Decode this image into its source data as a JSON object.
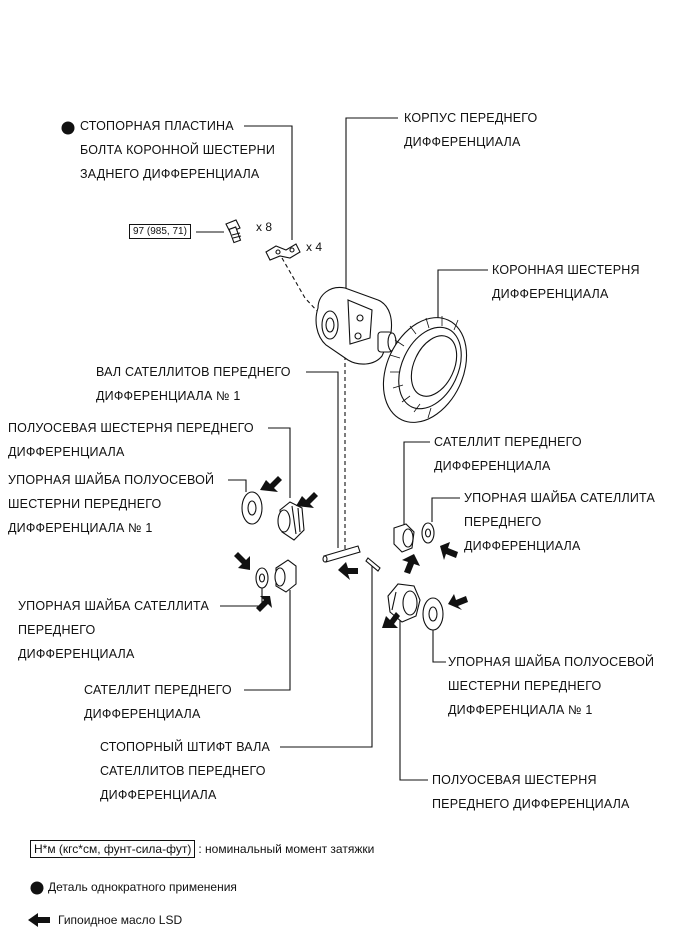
{
  "labels": {
    "lock_plate": {
      "l1": "СТОПОРНАЯ ПЛАСТИНА",
      "l2": "БОЛТА КОРОННОЙ ШЕСТЕРНИ",
      "l3": "ЗАДНЕГО ДИФФЕРЕНЦИАЛА"
    },
    "case": {
      "l1": "КОРПУС ПЕРЕДНЕГО",
      "l2": "ДИФФЕРЕНЦИАЛА"
    },
    "ring_gear": {
      "l1": "КОРОННАЯ ШЕСТЕРНЯ",
      "l2": "ДИФФЕРЕНЦИАЛА"
    },
    "pinion_shaft": {
      "l1": "ВАЛ САТЕЛЛИТОВ ПЕРЕДНЕГО",
      "l2": "ДИФФЕРЕНЦИАЛА № 1"
    },
    "side_gear_left": {
      "l1": "ПОЛУОСЕВАЯ ШЕСТЕРНЯ ПЕРЕДНЕГО",
      "l2": "ДИФФЕРЕНЦИАЛА"
    },
    "side_washer_left": {
      "l1": "УПОРНАЯ ШАЙБА ПОЛУОСЕВОЙ",
      "l2": "ШЕСТЕРНИ ПЕРЕДНЕГО",
      "l3": "ДИФФЕРЕНЦИАЛА № 1"
    },
    "pinion_right": {
      "l1": "САТЕЛЛИТ ПЕРЕДНЕГО",
      "l2": "ДИФФЕРЕНЦИАЛА"
    },
    "pinion_washer_right": {
      "l1": "УПОРНАЯ ШАЙБА САТЕЛЛИТА",
      "l2": "ПЕРЕДНЕГО",
      "l3": "ДИФФЕРЕНЦИАЛА"
    },
    "pinion_washer_left": {
      "l1": "УПОРНАЯ ШАЙБА САТЕЛЛИТА",
      "l2": "ПЕРЕДНЕГО",
      "l3": "ДИФФЕРЕНЦИАЛА"
    },
    "side_washer_right": {
      "l1": "УПОРНАЯ ШАЙБА ПОЛУОСЕВОЙ",
      "l2": "ШЕСТЕРНИ ПЕРЕДНЕГО",
      "l3": "ДИФФЕРЕНЦИАЛА № 1"
    },
    "pinion_left": {
      "l1": "САТЕЛЛИТ ПЕРЕДНЕГО",
      "l2": "ДИФФЕРЕНЦИАЛА"
    },
    "straight_pin": {
      "l1": "СТОПОРНЫЙ ШТИФТ ВАЛА",
      "l2": "САТЕЛЛИТОВ ПЕРЕДНЕГО",
      "l3": "ДИФФЕРЕНЦИАЛА"
    },
    "side_gear_right": {
      "l1": "ПОЛУОСЕВАЯ ШЕСТЕРНЯ",
      "l2": "ПЕРЕДНЕГО ДИФФЕРЕНЦИАЛА"
    }
  },
  "torque_spec": "97 (985, 71)",
  "bolt_qty": "x 8",
  "plate_qty": "x 4",
  "legend": {
    "torque_box": "Н*м (кгс*см, фунт-сила-фут)",
    "torque_text": ": номинальный момент затяжки",
    "non_reusable": "Деталь однократного применения",
    "lsd_oil": "Гипоидное масло LSD"
  },
  "icons": {
    "non_reusable": "filled-circle-icon",
    "lsd_oil": "left-arrow-icon"
  }
}
